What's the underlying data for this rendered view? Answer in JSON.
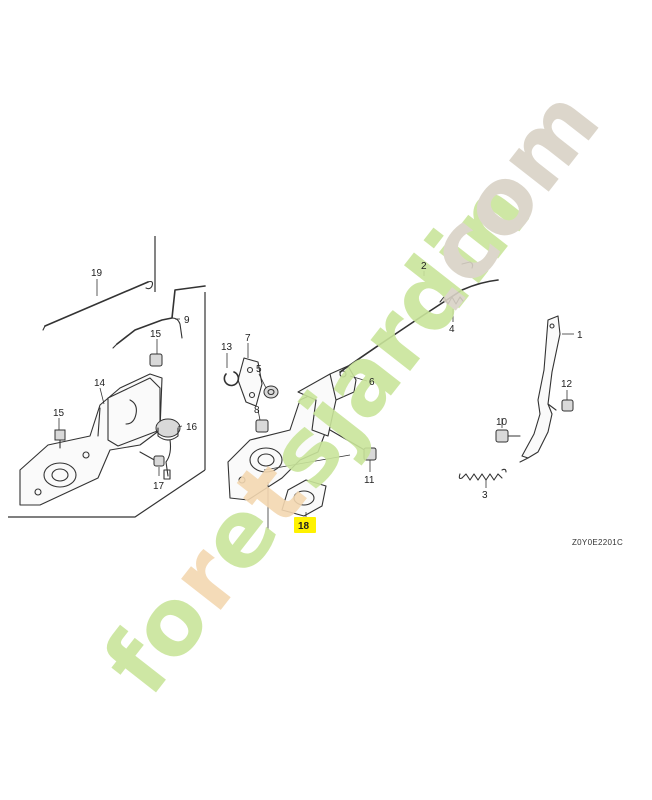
{
  "diagram_code": "Z0Y0E2201C",
  "highlight_color": "#fff200",
  "watermark": {
    "text": "foretsjardin.com",
    "colors": [
      "#c9e59a",
      "#f3d7b0",
      "#d8d2c6"
    ]
  },
  "callouts": [
    {
      "id": "c1",
      "label": "1"
    },
    {
      "id": "c2",
      "label": "2"
    },
    {
      "id": "c3",
      "label": "3"
    },
    {
      "id": "c4",
      "label": "4"
    },
    {
      "id": "c5",
      "label": "5"
    },
    {
      "id": "c6",
      "label": "6"
    },
    {
      "id": "c7",
      "label": "7"
    },
    {
      "id": "c8",
      "label": "8"
    },
    {
      "id": "c9",
      "label": "9"
    },
    {
      "id": "c10",
      "label": "10"
    },
    {
      "id": "c11",
      "label": "11"
    },
    {
      "id": "c12",
      "label": "12"
    },
    {
      "id": "c13",
      "label": "13"
    },
    {
      "id": "c14",
      "label": "14"
    },
    {
      "id": "c15",
      "label": "15"
    },
    {
      "id": "c16",
      "label": "16"
    },
    {
      "id": "c17",
      "label": "17"
    },
    {
      "id": "c18",
      "label": "18",
      "highlighted": true
    },
    {
      "id": "c19",
      "label": "19"
    }
  ]
}
